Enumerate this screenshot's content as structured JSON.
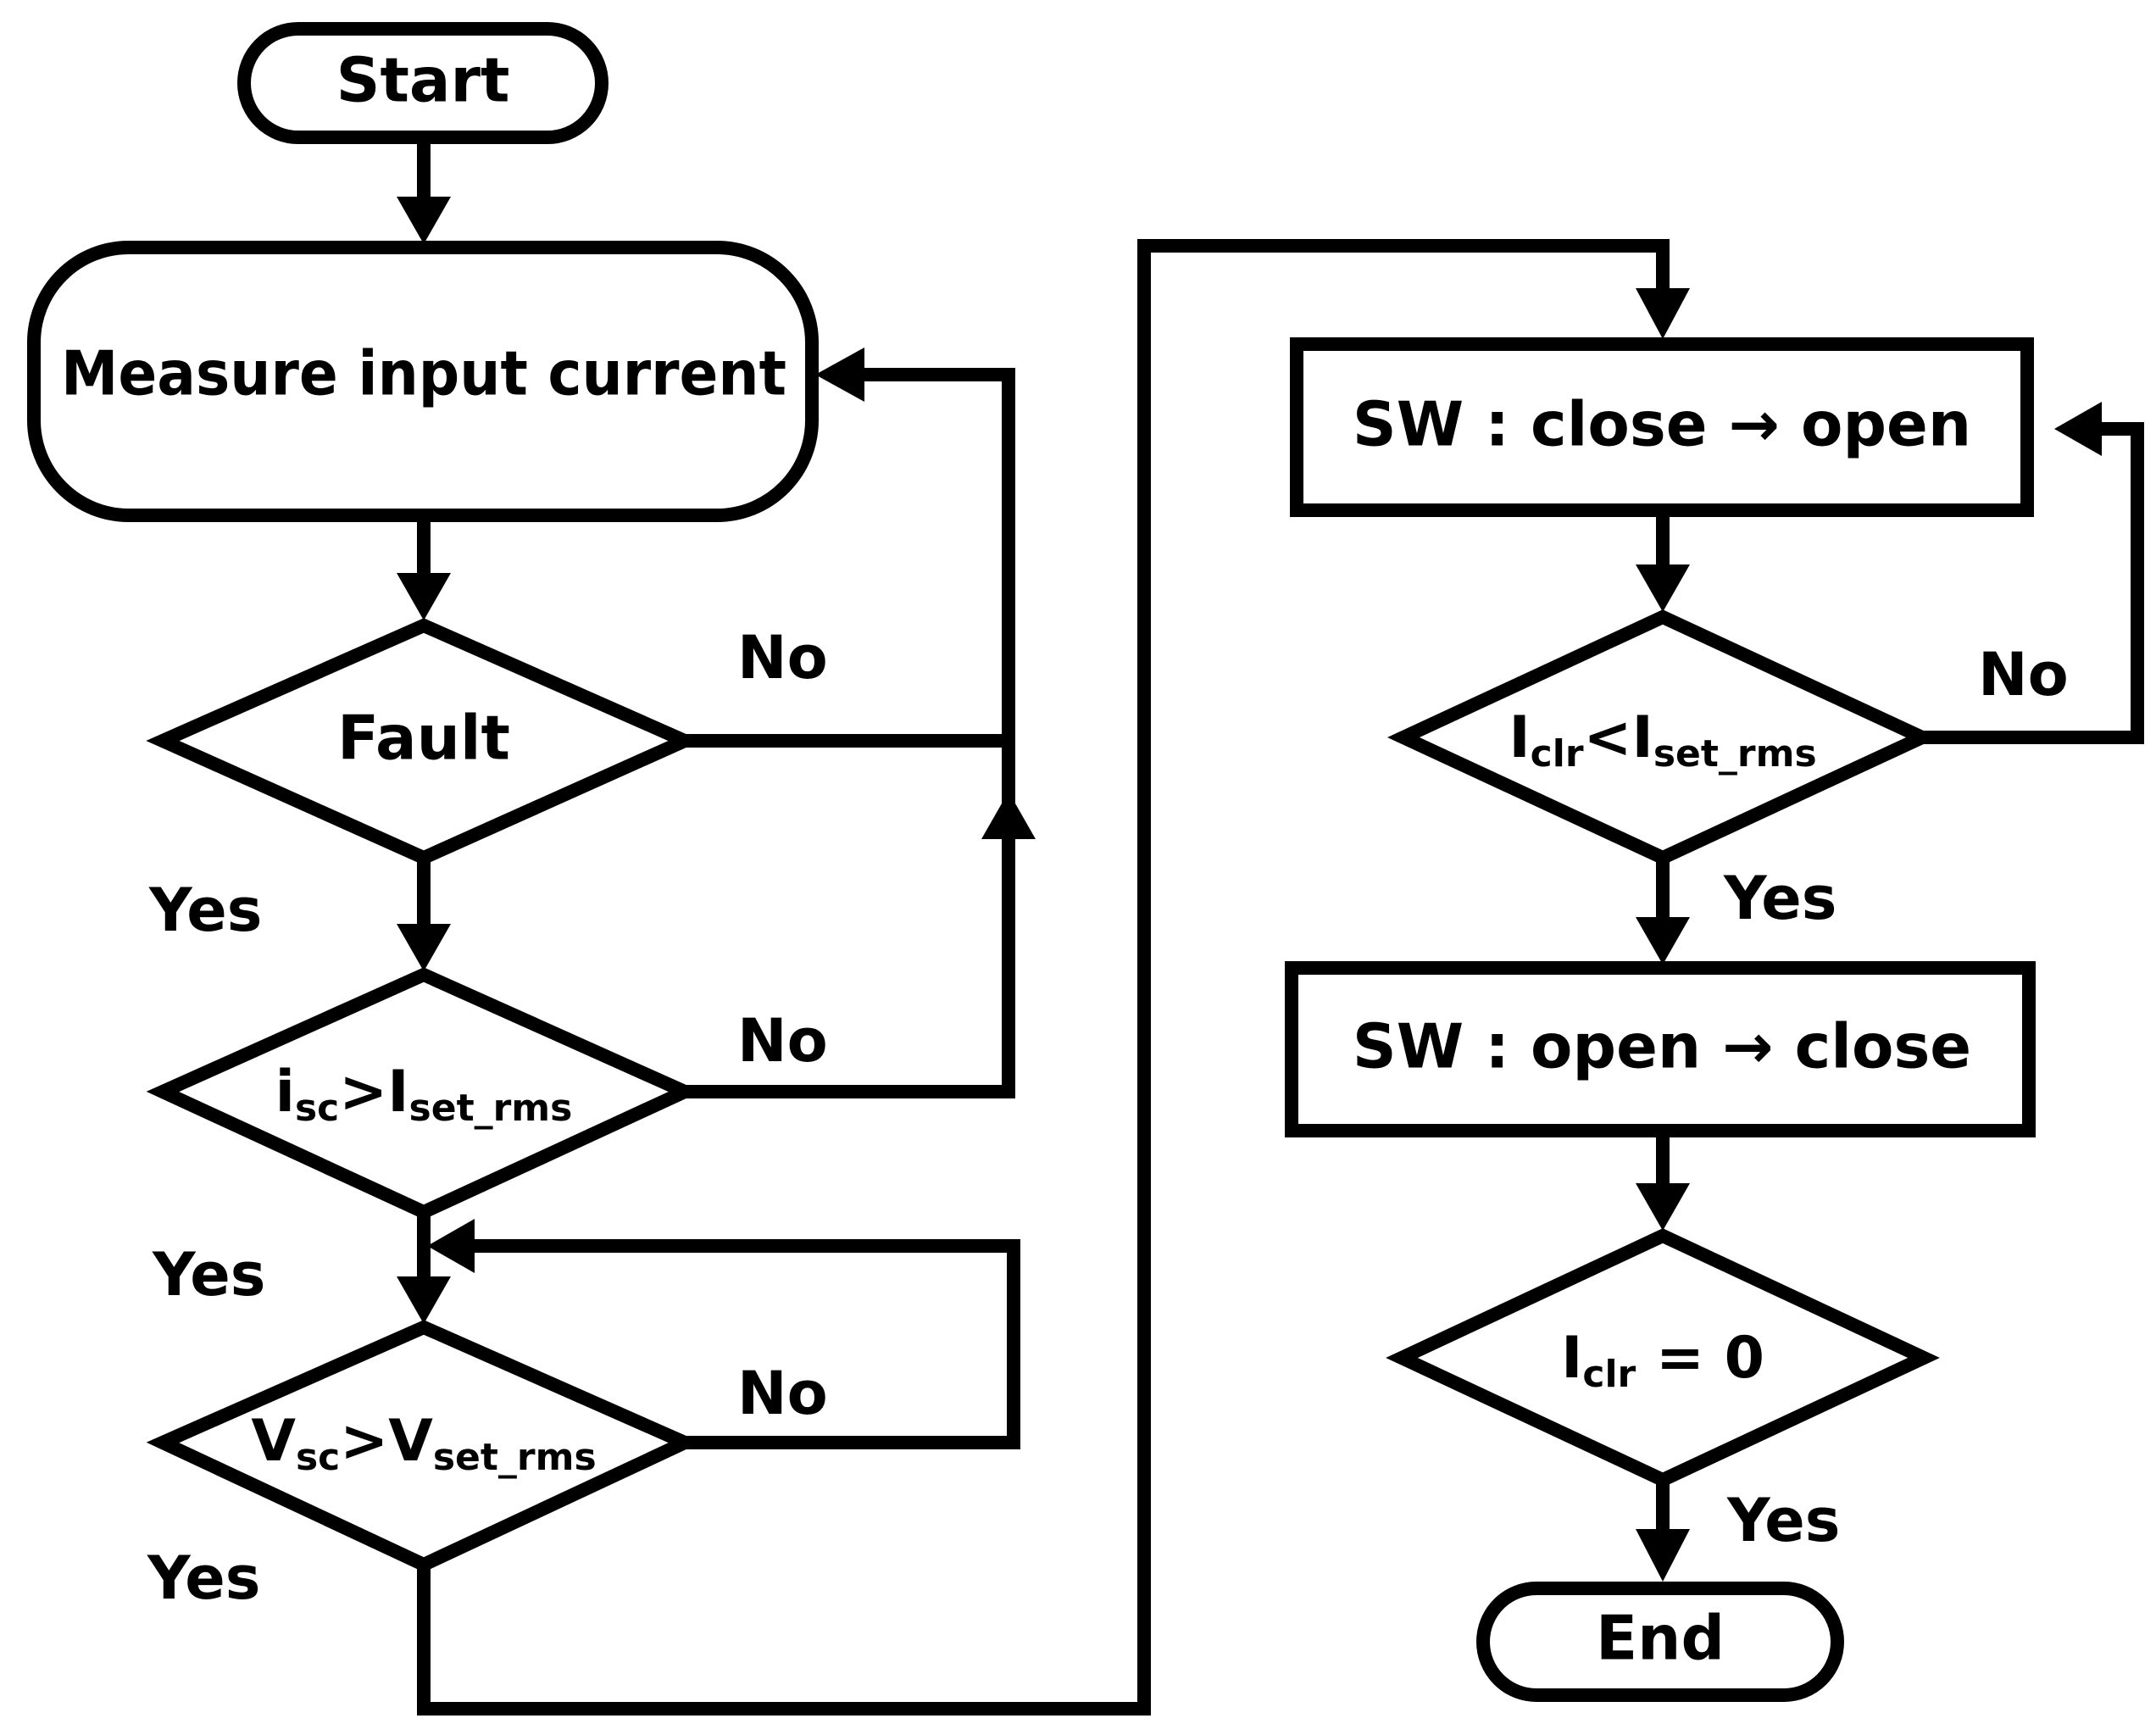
{
  "nodes": {
    "start": "Start",
    "measure": "Measure input current",
    "fault": "Fault",
    "isc_cond": {
      "a": "i",
      "a_sub": "sc",
      "op": ">",
      "b": "I",
      "b_sub": "set_rms"
    },
    "vsc_cond": {
      "a": "V",
      "a_sub": "sc",
      "op": ">",
      "b": "V",
      "b_sub": "set_rms"
    },
    "sw_open": "SW : close → open",
    "iclr_cond": {
      "a": "I",
      "a_sub": "clr",
      "op": "<",
      "b": "I",
      "b_sub": "set_rms"
    },
    "sw_close": "SW : open → close",
    "zero_cond": {
      "a": "I",
      "a_sub": "clr",
      "rest": " = 0"
    },
    "end": "End"
  },
  "labels": {
    "yes": "Yes",
    "no": "No"
  }
}
